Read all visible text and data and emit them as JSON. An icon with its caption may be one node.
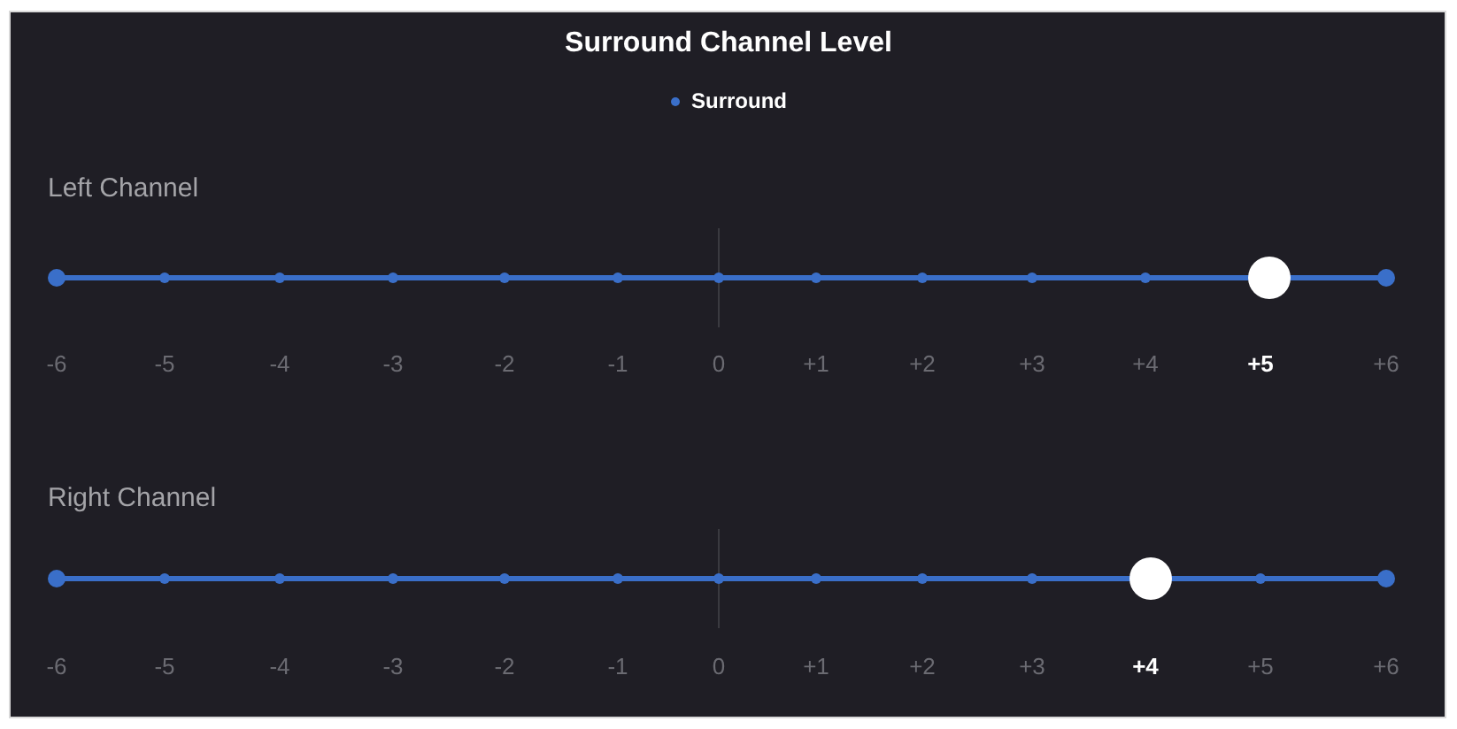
{
  "diagram": {
    "title": "Surround Channel Level",
    "legend": [
      {
        "text": "Surround",
        "color": "#3a6fc9"
      }
    ],
    "labels": [
      "Left Channel",
      "-6",
      "-5",
      "-4",
      "-3",
      "-2",
      "-1",
      "0",
      "+1",
      "+2",
      "+3",
      "+4",
      "+5",
      "+6",
      "Right Channel",
      "-6",
      "-5",
      "-4",
      "-3",
      "-2",
      "-1",
      "0",
      "+1",
      "+2",
      "+3",
      "+4",
      "+5",
      "+6"
    ]
  }
}
